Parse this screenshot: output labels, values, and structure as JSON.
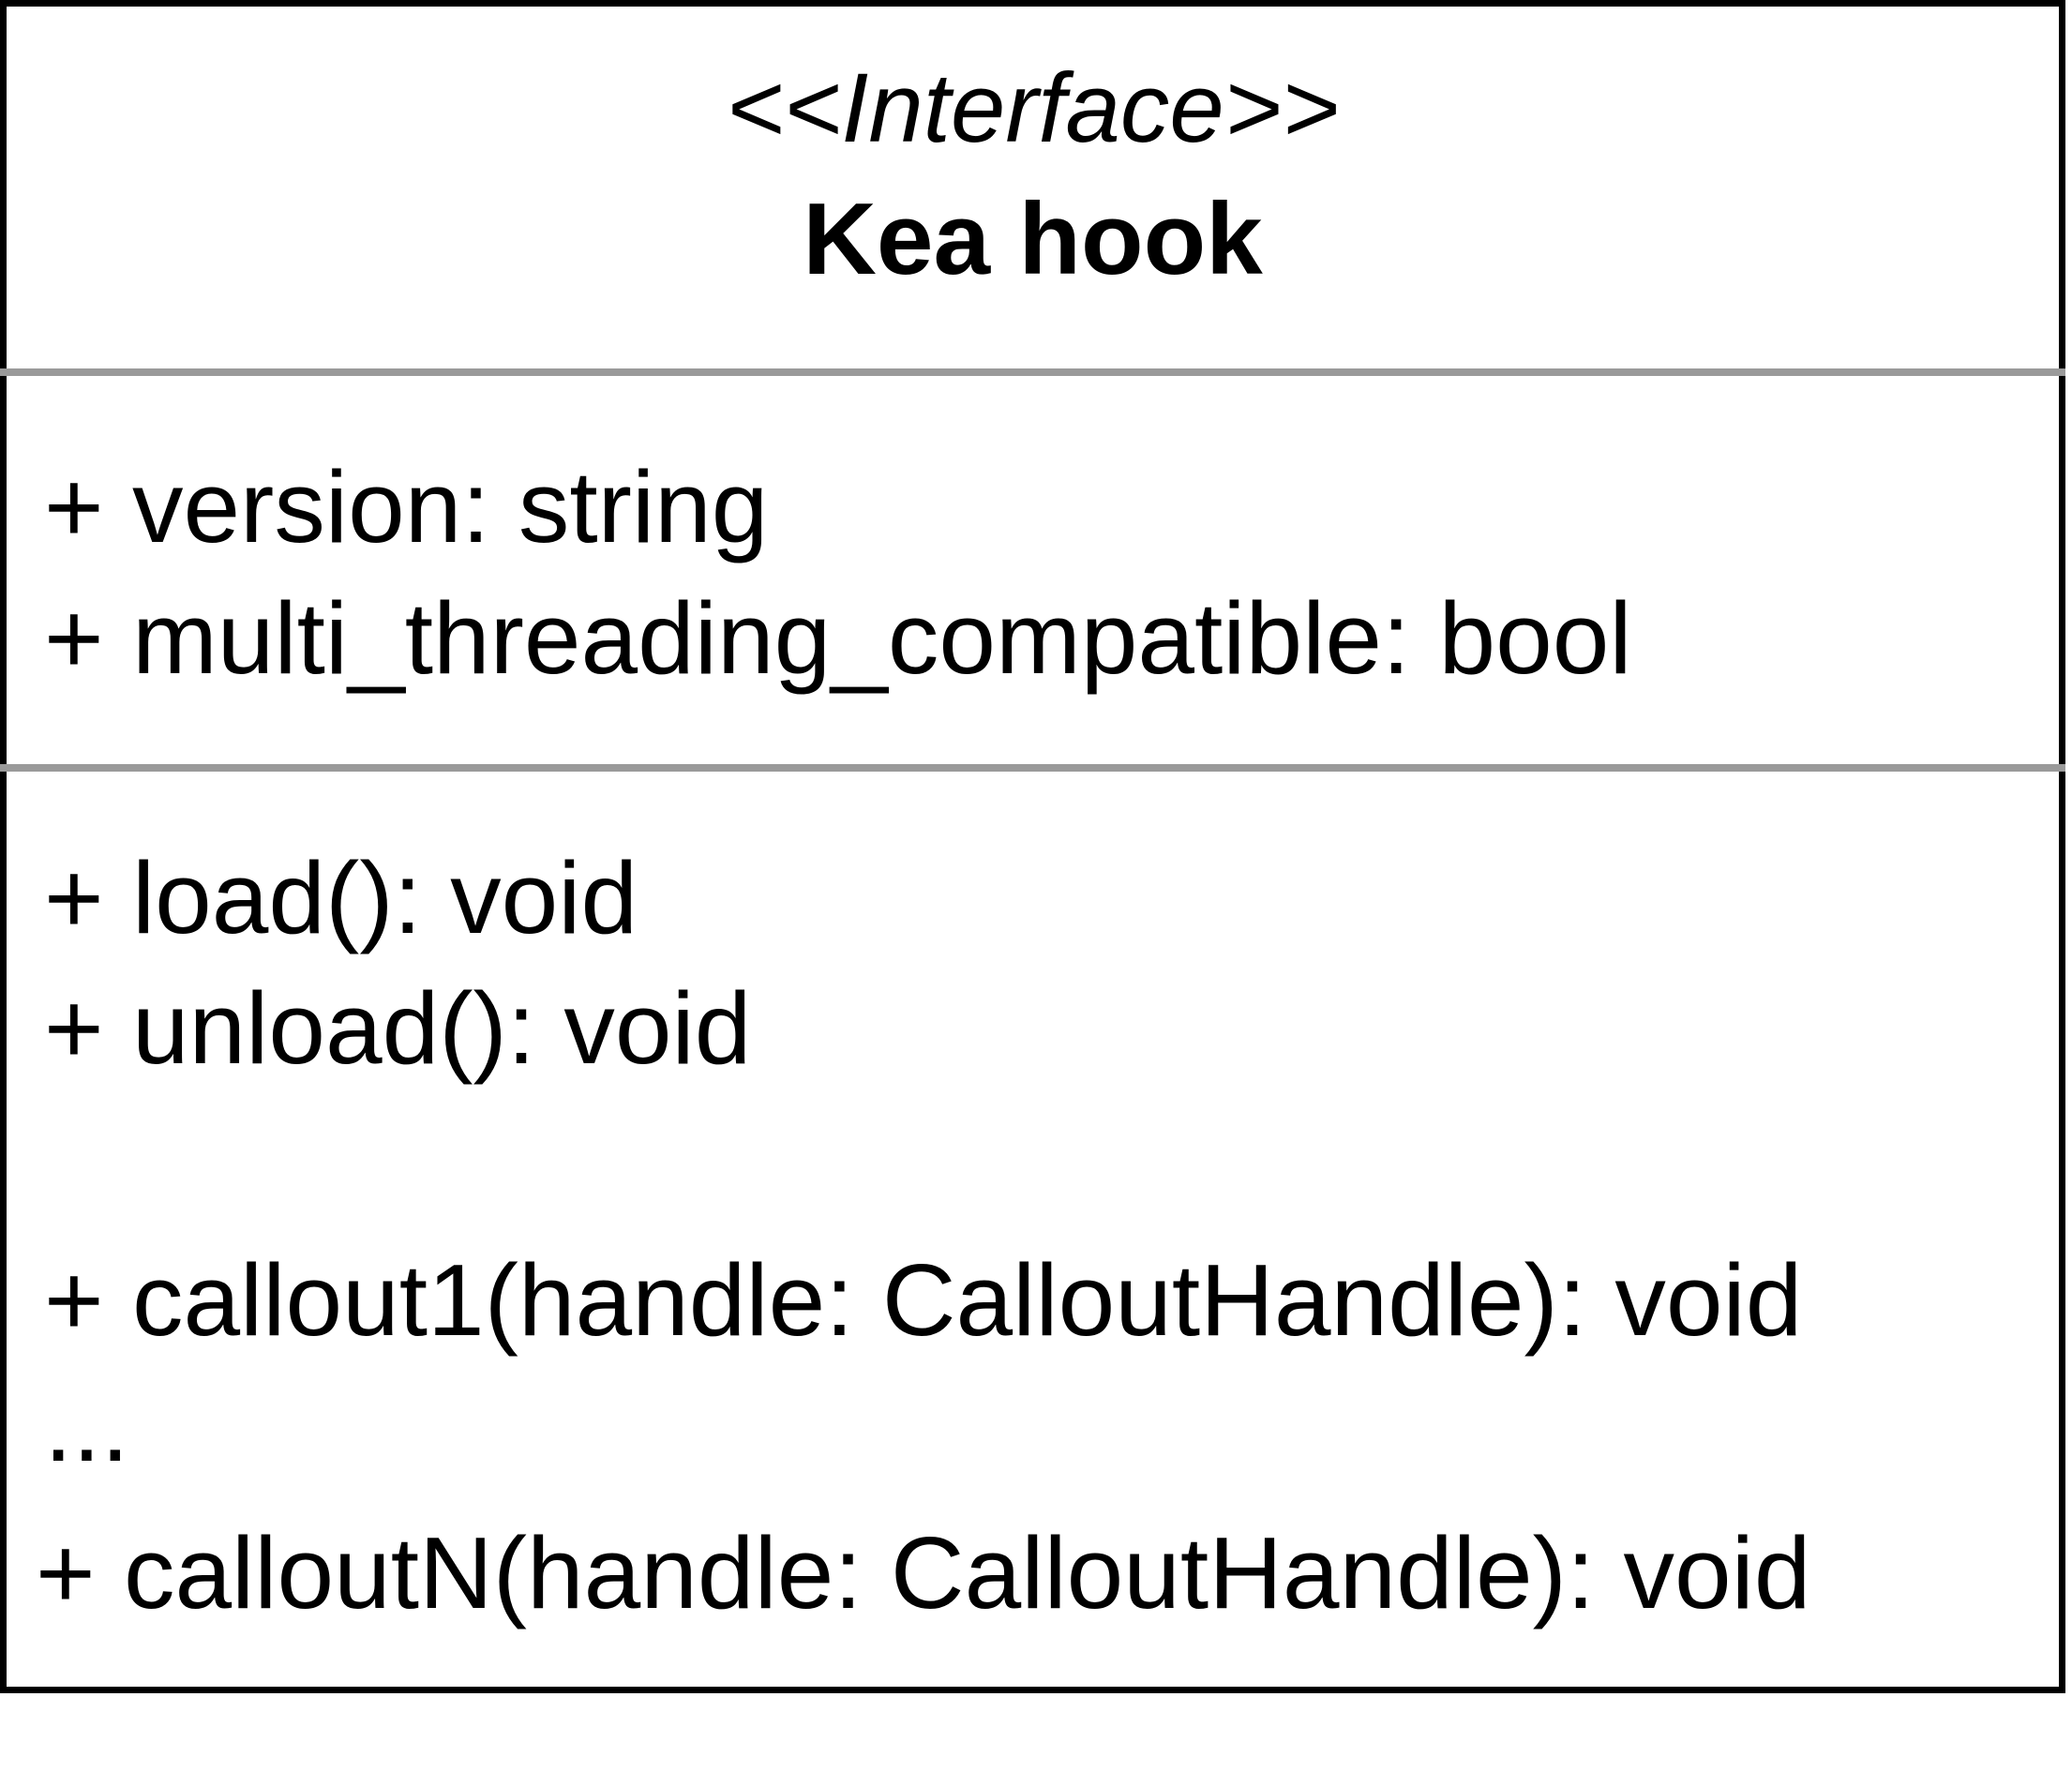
{
  "class": {
    "stereotype": "<<Interface>>",
    "name": "Kea hook"
  },
  "attributes": [
    "+ version: string",
    "+ multi_threading_compatible: bool"
  ],
  "operations": [
    "+ load(): void",
    "+ unload(): void",
    "+ callout1(handle: CalloutHandle): void",
    "...",
    "+ calloutN(handle: CalloutHandle): void"
  ],
  "colors": {
    "border": "#000000",
    "divider": "#9a9a9a",
    "background": "#ffffff"
  }
}
